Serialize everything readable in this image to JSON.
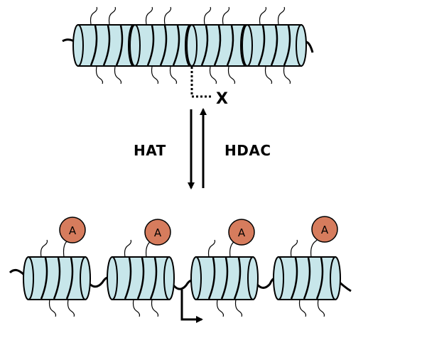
{
  "labels": {
    "forward": "HAT",
    "reverse": "HDAC",
    "block": "X",
    "acetyl": "A"
  },
  "colors": {
    "nucleosome_fill": "#c7e6ea",
    "acetyl_fill": "#d67c5d",
    "stroke": "#000000"
  },
  "icons": {
    "block": "cross-icon",
    "transcription": "bent-arrow-icon"
  }
}
